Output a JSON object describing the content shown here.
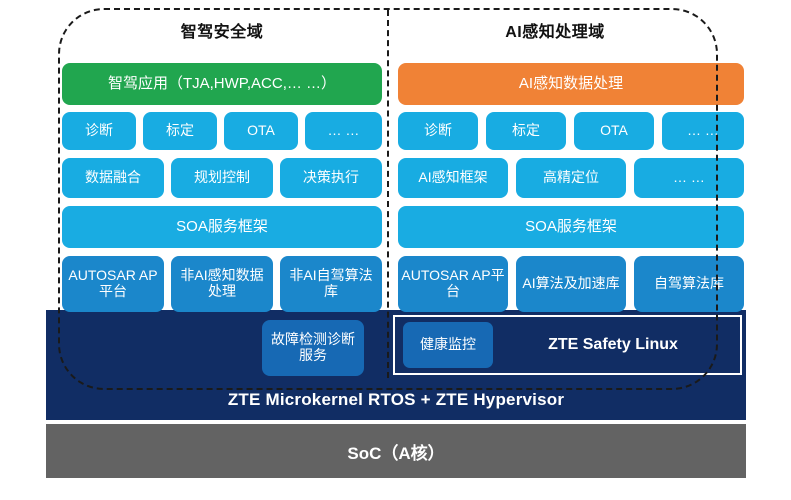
{
  "diagram": {
    "left_domain": {
      "title": "智驾安全域",
      "app_banner": "智驾应用（TJA,HWP,ACC,… …）",
      "service_row": [
        "诊断",
        "标定",
        "OTA",
        "… …"
      ],
      "function_row": [
        "数据融合",
        "规划控制",
        "决策执行"
      ],
      "soa": "SOA服务框架",
      "platform_row": [
        "AUTOSAR AP平台",
        "非AI感知数据处理",
        "非AI自驾算法库"
      ],
      "safety_service": "故障检测诊断服务"
    },
    "right_domain": {
      "title": "AI感知处理域",
      "app_banner": "AI感知数据处理",
      "service_row": [
        "诊断",
        "标定",
        "OTA",
        "… …"
      ],
      "function_row": [
        "AI感知框架",
        "高精定位",
        "… …"
      ],
      "soa": "SOA服务框架",
      "platform_row": [
        "AUTOSAR AP平台",
        "AI算法及加速库",
        "自驾算法库"
      ],
      "health_monitor": "健康监控",
      "os_name": "ZTE Safety Linux"
    },
    "foundation": {
      "kernel": "ZTE Microkernel RTOS + ZTE Hypervisor",
      "soc": "SoC（A核）"
    },
    "colors": {
      "green": "#21a64f",
      "orange": "#f08236",
      "cyan": "#18ace2",
      "mid_blue": "#1b87cb",
      "deep_blue": "#1769b4",
      "navy": "#112d64",
      "gray": "#636363"
    }
  }
}
